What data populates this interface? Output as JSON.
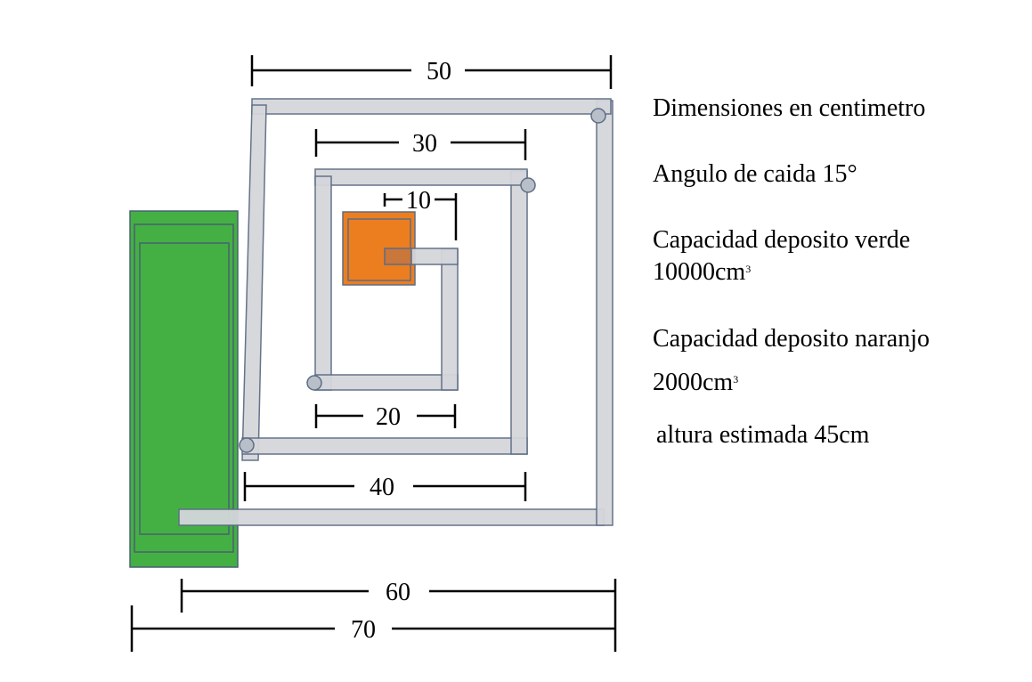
{
  "dimensions": {
    "d50": "50",
    "d30": "30",
    "d10": "10",
    "d20": "20",
    "d40": "40",
    "d60": "60",
    "d70": "70"
  },
  "notes": {
    "units": "Dimensiones en centimetro",
    "angle": "Angulo de caida 15°",
    "green_label": "Capacidad deposito verde",
    "green_value": "10000cm",
    "green_exp": "3",
    "orange_label": "Capacidad deposito naranjo",
    "orange_value": "2000cm",
    "orange_exp": "3",
    "height": "altura estimada 45cm"
  },
  "colors": {
    "green": "#44b044",
    "orange": "#ec7e20",
    "pipe": "#d4d6db",
    "outline": "#5d6d84"
  }
}
